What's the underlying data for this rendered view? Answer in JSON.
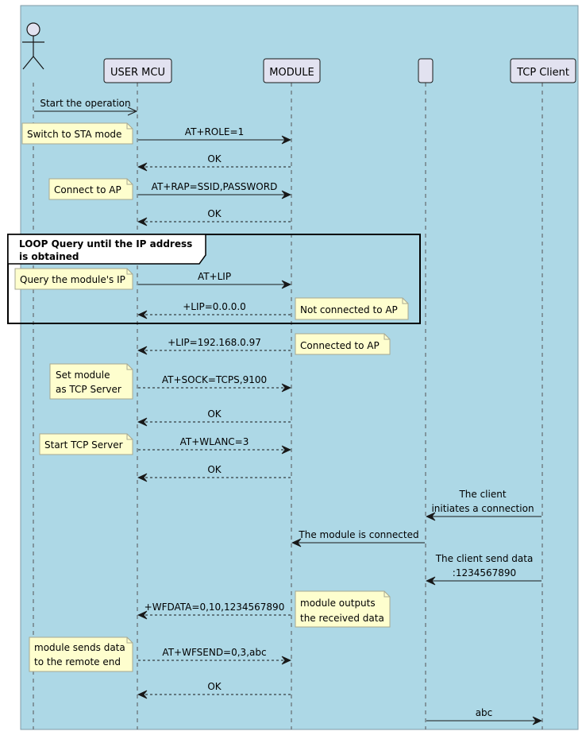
{
  "diagram": {
    "participants": [
      {
        "id": "user",
        "label": "",
        "type": "actor"
      },
      {
        "id": "mcu",
        "label": "USER MCU",
        "type": "box"
      },
      {
        "id": "module",
        "label": "MODULE",
        "type": "box"
      },
      {
        "id": "blank",
        "label": "",
        "type": "box"
      },
      {
        "id": "tcp",
        "label": "TCP Client",
        "type": "box"
      }
    ],
    "messages": [
      {
        "from": "user",
        "to": "mcu",
        "lines": [
          "Start the operation"
        ],
        "style": "solid",
        "head": "open"
      },
      {
        "from": "mcu",
        "to": "module",
        "lines": [
          "AT+ROLE=1"
        ],
        "style": "solid",
        "head": "filled"
      },
      {
        "from": "module",
        "to": "mcu",
        "lines": [
          "OK"
        ],
        "style": "dashed",
        "head": "filled"
      },
      {
        "from": "mcu",
        "to": "module",
        "lines": [
          "AT+RAP=SSID,PASSWORD"
        ],
        "style": "solid",
        "head": "filled"
      },
      {
        "from": "module",
        "to": "mcu",
        "lines": [
          "OK"
        ],
        "style": "dashed",
        "head": "filled"
      },
      {
        "from": "mcu",
        "to": "module",
        "lines": [
          "AT+LIP"
        ],
        "style": "solid",
        "head": "filled"
      },
      {
        "from": "module",
        "to": "mcu",
        "lines": [
          "+LIP=0.0.0.0"
        ],
        "style": "dashed",
        "head": "filled"
      },
      {
        "from": "module",
        "to": "mcu",
        "lines": [
          "+LIP=192.168.0.97"
        ],
        "style": "dashed",
        "head": "filled"
      },
      {
        "from": "mcu",
        "to": "module",
        "lines": [
          "AT+SOCK=TCPS,9100"
        ],
        "style": "dashed",
        "head": "filled"
      },
      {
        "from": "module",
        "to": "mcu",
        "lines": [
          "OK"
        ],
        "style": "dashed",
        "head": "filled"
      },
      {
        "from": "mcu",
        "to": "module",
        "lines": [
          "AT+WLANC=3"
        ],
        "style": "dashed",
        "head": "filled"
      },
      {
        "from": "module",
        "to": "mcu",
        "lines": [
          "OK"
        ],
        "style": "dashed",
        "head": "filled"
      },
      {
        "from": "tcp",
        "to": "blank",
        "lines": [
          "The client",
          "initiates a connection"
        ],
        "style": "solid",
        "head": "filled"
      },
      {
        "from": "blank",
        "to": "module",
        "lines": [
          "The module is connected"
        ],
        "style": "solid",
        "head": "filled"
      },
      {
        "from": "tcp",
        "to": "blank",
        "lines": [
          "The client send data",
          ":1234567890"
        ],
        "style": "solid",
        "head": "filled"
      },
      {
        "from": "module",
        "to": "mcu",
        "lines": [
          "+WFDATA=0,10,1234567890"
        ],
        "style": "dashed",
        "head": "filled"
      },
      {
        "from": "mcu",
        "to": "module",
        "lines": [
          "AT+WFSEND=0,3,abc"
        ],
        "style": "dashed",
        "head": "filled"
      },
      {
        "from": "module",
        "to": "mcu",
        "lines": [
          "OK"
        ],
        "style": "dashed",
        "head": "filled"
      },
      {
        "from": "blank",
        "to": "tcp",
        "lines": [
          "abc"
        ],
        "style": "solid",
        "head": "filled"
      }
    ],
    "notes": [
      {
        "lines": [
          "Switch to STA mode"
        ],
        "side": "left"
      },
      {
        "lines": [
          "Connect to AP"
        ],
        "side": "left"
      },
      {
        "lines": [
          "Query the module's IP"
        ],
        "side": "left"
      },
      {
        "lines": [
          "Not connected to AP"
        ],
        "side": "right"
      },
      {
        "lines": [
          "Connected to AP"
        ],
        "side": "right"
      },
      {
        "lines": [
          "Set module",
          "as TCP Server"
        ],
        "side": "left"
      },
      {
        "lines": [
          "Start TCP Server"
        ],
        "side": "left"
      },
      {
        "lines": [
          "module outputs",
          "the received data"
        ],
        "side": "right"
      },
      {
        "lines": [
          "module sends data",
          "to the remote end"
        ],
        "side": "left"
      }
    ],
    "loop": {
      "lines": [
        "LOOP Query until the IP address",
        "is obtained"
      ]
    }
  },
  "colors": {
    "background": "#add8e6",
    "participant_fill": "#e2e2f0",
    "participant_border": "#181818",
    "note_fill": "#fefece",
    "note_border": "#a8a890",
    "line": "#181818"
  }
}
